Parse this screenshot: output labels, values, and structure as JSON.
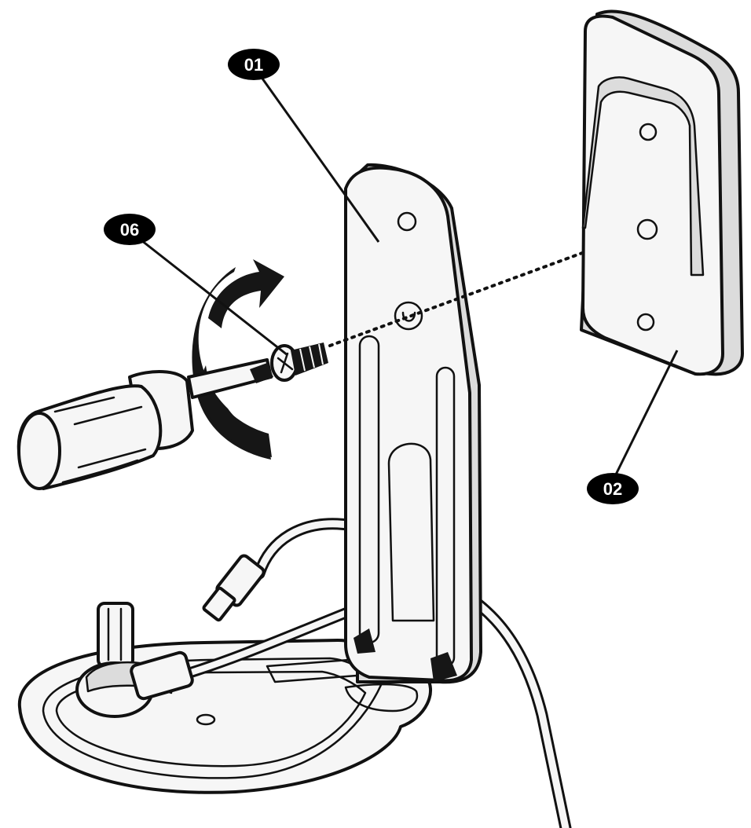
{
  "callouts": {
    "bracket": "01",
    "plate": "02",
    "screw": "06"
  },
  "colors": {
    "ink": "#111111",
    "part_fill": "#f6f6f6",
    "part_shade": "#dcdcdc",
    "callout_bg": "#000000",
    "callout_text": "#ffffff"
  },
  "icons": {
    "rotation_arrow": "curved-arrow-clockwise"
  }
}
